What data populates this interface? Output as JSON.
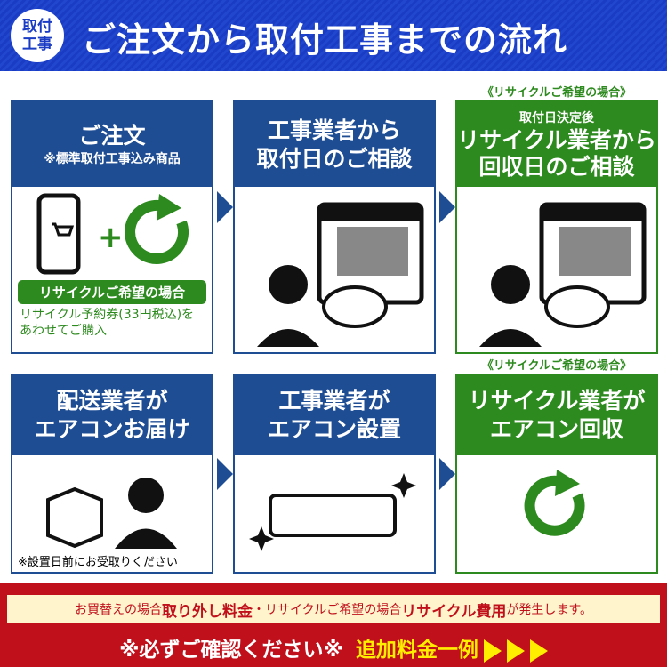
{
  "header": {
    "badge": "取付工事",
    "title": "ご注文から取付工事までの流れ"
  },
  "recycle_note": "《リサイクルご希望の場合》",
  "steps": [
    {
      "title": "ご注文",
      "sub": "※標準取付工事込み商品",
      "pill": "リサイクルご希望の場合",
      "text": "リサイクル予約券(33円税込)をあわせてご購入"
    },
    {
      "title1": "工事業者から",
      "title2": "取付日のご相談"
    },
    {
      "pre": "取付日決定後",
      "title1": "リサイクル業者から",
      "title2": "回収日のご相談"
    },
    {
      "title1": "配送業者が",
      "title2": "エアコンお届け",
      "foot": "※設置日前にお受取りください"
    },
    {
      "title1": "工事業者が",
      "title2": "エアコン設置"
    },
    {
      "title1": "リサイクル業者が",
      "title2": "エアコン回収"
    }
  ],
  "banner": {
    "w1": "お買替えの場合",
    "w2": "取り外し料金",
    "w3": "・リサイクルご希望の場合",
    "w4": "リサイクル費用",
    "w5": "が発生します。",
    "confirm": "※必ずご確認ください※",
    "extra": "追加料金一例"
  },
  "colors": {
    "blue": "#1e4d94",
    "green": "#2d8a1e",
    "red": "#c0101c"
  }
}
